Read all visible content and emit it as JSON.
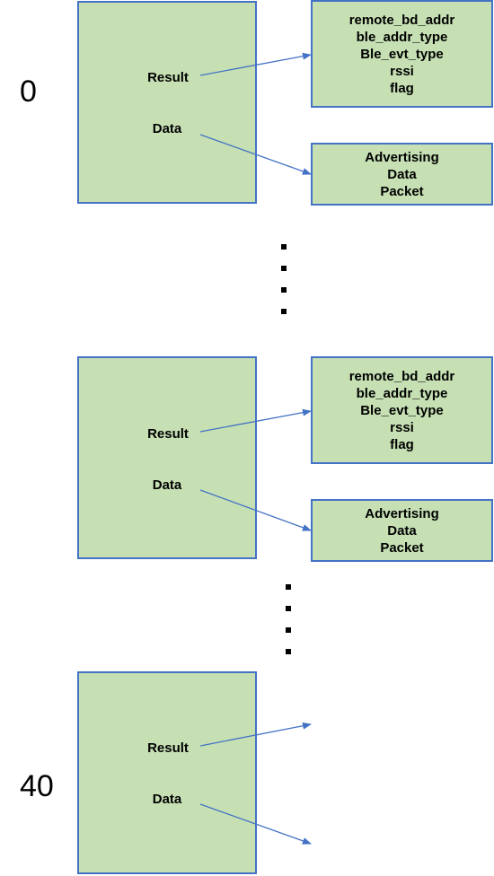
{
  "index_labels": {
    "first": "0",
    "last": "40"
  },
  "field_labels": {
    "result": "Result",
    "data": "Data"
  },
  "scan_result_fields": [
    "remote_bd_addr",
    "ble_addr_type",
    "Ble_evt_type",
    "rssi",
    "flag"
  ],
  "advertising_packet_lines": [
    "Advertising",
    "Data",
    "Packet"
  ],
  "colors": {
    "box_fill": "#c6e0b4",
    "box_border": "#4472c4",
    "arrow": "#4472c4"
  }
}
